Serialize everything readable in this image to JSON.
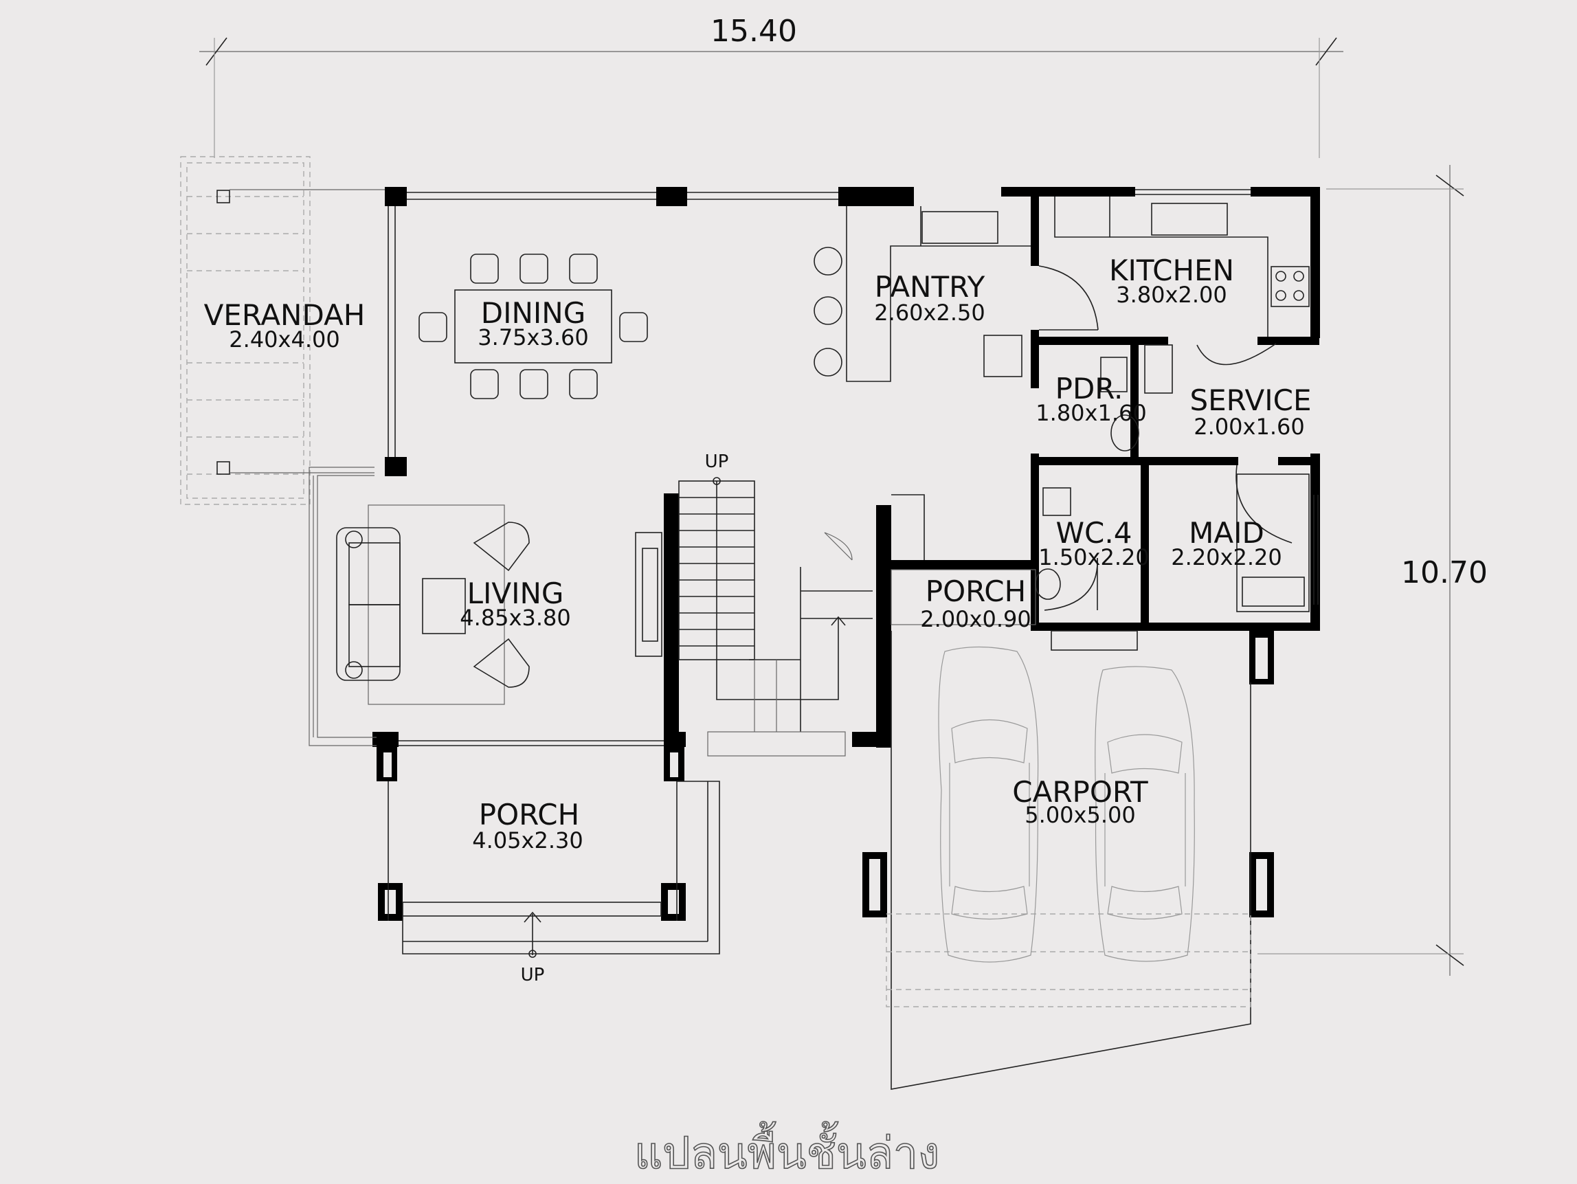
{
  "dimensions": {
    "width_label": "15.40",
    "height_label": "10.70"
  },
  "rooms": [
    {
      "name": "VERANDAH",
      "size": "2.40x4.00"
    },
    {
      "name": "DINING",
      "size": "3.75x3.60"
    },
    {
      "name": "PANTRY",
      "size": "2.60x2.50"
    },
    {
      "name": "KITCHEN",
      "size": "3.80x2.00"
    },
    {
      "name": "PDR.",
      "size": "1.80x1.60"
    },
    {
      "name": "SERVICE",
      "size": "2.00x1.60"
    },
    {
      "name": "WC.4",
      "size": "1.50x2.20"
    },
    {
      "name": "MAID",
      "size": "2.20x2.20"
    },
    {
      "name": "LIVING",
      "size": "4.85x3.80"
    },
    {
      "name": "PORCH",
      "size": "2.00x0.90"
    },
    {
      "name": "CARPORT",
      "size": "5.00x5.00"
    },
    {
      "name": "PORCH",
      "size": "4.05x2.30"
    }
  ],
  "stairs": {
    "up_label": "UP"
  },
  "entry": {
    "up_label": "UP"
  },
  "plan_title": "แปลนพื้นชั้นล่าง"
}
